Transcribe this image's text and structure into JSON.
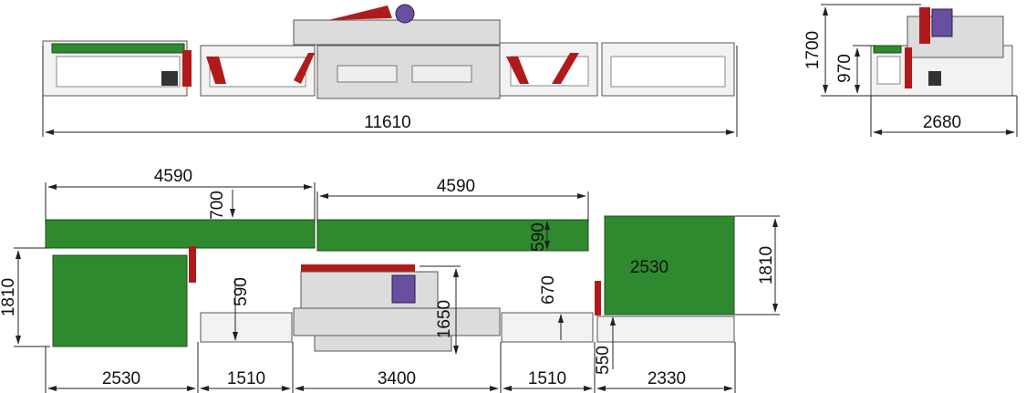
{
  "title": "Production line layout drawing",
  "colors": {
    "conveyor": "#2f8a2f",
    "accent": "#b01a1a",
    "motor": "#6a4fa0",
    "machine": "#dcdcdc"
  },
  "front_view": {
    "overall_length": "11610"
  },
  "side_view": {
    "height_total": "1700",
    "height_table": "970",
    "width": "2680"
  },
  "plan_view": {
    "top_conveyor_left_length": "4590",
    "top_conveyor_left_offset": "700",
    "top_conveyor_right_length": "4590",
    "top_conveyor_right_width": "590",
    "left_block_depth": "1810",
    "left_table_width": "590",
    "machine_depth": "1650",
    "right_table_width": "670",
    "right_block_label": "2530",
    "right_block_depth": "1810",
    "bottom_strip_width": "550",
    "bottom_dims": [
      "2530",
      "1510",
      "3400",
      "1510",
      "2330"
    ]
  }
}
